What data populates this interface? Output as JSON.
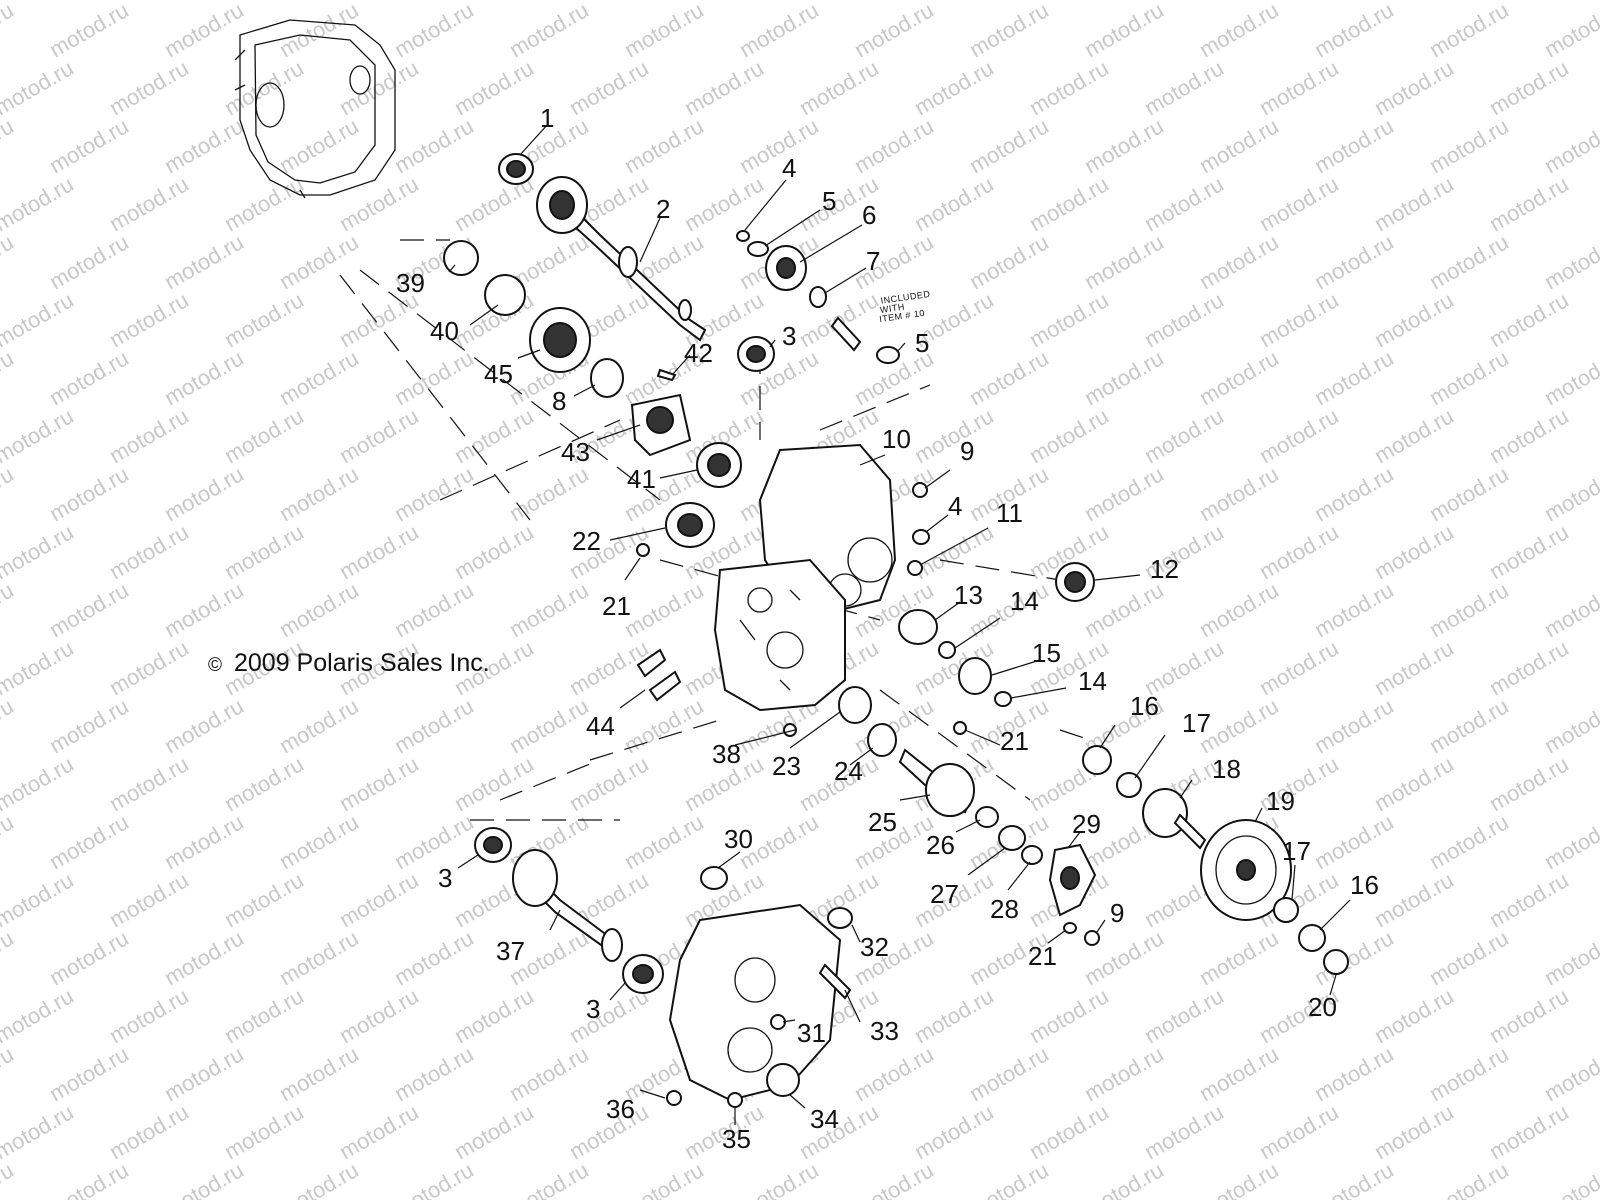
{
  "watermark": "motod.ru",
  "copyright": "2009 Polaris Sales Inc.",
  "copyright_symbol": "©",
  "note": {
    "line1": "INCLUDED",
    "line2": "WITH",
    "line3": "ITEM # 10"
  },
  "callouts": [
    {
      "label": "1"
    },
    {
      "label": "2"
    },
    {
      "label": "4"
    },
    {
      "label": "5"
    },
    {
      "label": "6"
    },
    {
      "label": "7"
    },
    {
      "label": "5"
    },
    {
      "label": "3"
    },
    {
      "label": "39"
    },
    {
      "label": "40"
    },
    {
      "label": "42"
    },
    {
      "label": "45"
    },
    {
      "label": "8"
    },
    {
      "label": "43"
    },
    {
      "label": "41"
    },
    {
      "label": "10"
    },
    {
      "label": "9"
    },
    {
      "label": "4"
    },
    {
      "label": "11"
    },
    {
      "label": "22"
    },
    {
      "label": "21"
    },
    {
      "label": "12"
    },
    {
      "label": "13"
    },
    {
      "label": "14"
    },
    {
      "label": "15"
    },
    {
      "label": "14"
    },
    {
      "label": "44"
    },
    {
      "label": "38"
    },
    {
      "label": "23"
    },
    {
      "label": "24"
    },
    {
      "label": "21"
    },
    {
      "label": "16"
    },
    {
      "label": "17"
    },
    {
      "label": "18"
    },
    {
      "label": "19"
    },
    {
      "label": "25"
    },
    {
      "label": "26"
    },
    {
      "label": "27"
    },
    {
      "label": "28"
    },
    {
      "label": "29"
    },
    {
      "label": "30"
    },
    {
      "label": "3"
    },
    {
      "label": "37"
    },
    {
      "label": "32"
    },
    {
      "label": "3"
    },
    {
      "label": "31"
    },
    {
      "label": "33"
    },
    {
      "label": "9"
    },
    {
      "label": "21"
    },
    {
      "label": "17"
    },
    {
      "label": "16"
    },
    {
      "label": "20"
    },
    {
      "label": "36"
    },
    {
      "label": "35"
    },
    {
      "label": "34"
    }
  ]
}
